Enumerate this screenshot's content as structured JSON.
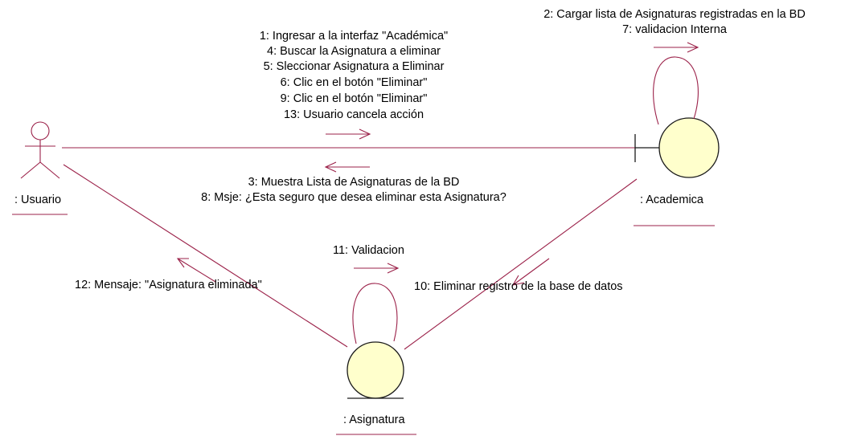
{
  "colors": {
    "line": "#9b2149",
    "entity_fill": "#ffffcc",
    "entity_stroke": "#1a1a1a",
    "text": "#000000"
  },
  "objects": {
    "usuario": {
      "name": ": Usuario",
      "kind": "actor"
    },
    "academica": {
      "name": ": Academica",
      "kind": "boundary"
    },
    "asignatura": {
      "name": ": Asignatura",
      "kind": "entity"
    }
  },
  "messages": {
    "usuario_to_academica": [
      "1: Ingresar a la interfaz \"Académica\"",
      "4: Buscar la Asignatura a eliminar",
      "5: Sleccionar Asignatura a Eliminar",
      "6: Clic en el botón \"Eliminar\"",
      "9: Clic en el botón \"Eliminar\"",
      "13: Usuario cancela acción"
    ],
    "academica_to_usuario": [
      "3: Muestra Lista de Asignaturas de la BD",
      "8: Msje: ¿Esta seguro que desea eliminar esta Asignatura?"
    ],
    "academica_self": [
      "2: Cargar lista de Asignaturas registradas en la BD",
      "7: validacion Interna"
    ],
    "asignatura_self": [
      "11: Validacion"
    ],
    "academica_to_asignatura": [
      "10: Eliminar registro de la base de datos"
    ],
    "asignatura_to_usuario": [
      "12: Mensaje: \"Asignatura eliminada\""
    ]
  }
}
